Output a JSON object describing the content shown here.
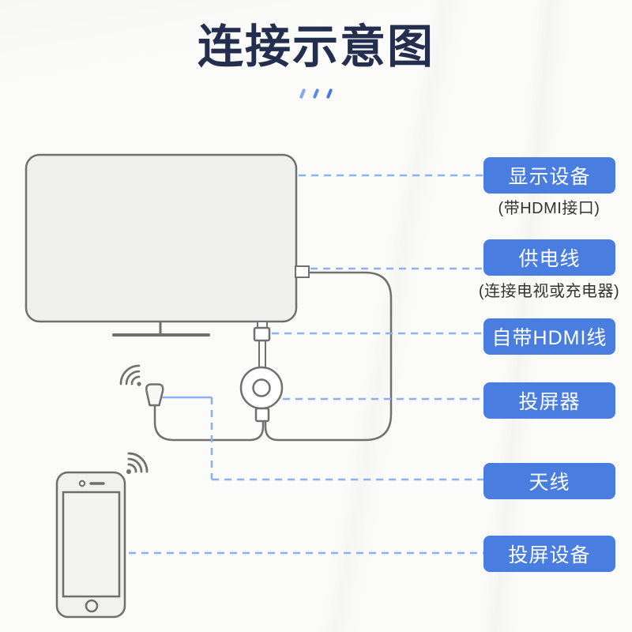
{
  "title": "连接示意图",
  "labels": [
    {
      "text": "显示设备",
      "caption": "(带HDMI接口)"
    },
    {
      "text": "供电线",
      "caption": "(连接电视或充电器)"
    },
    {
      "text": "自带HDMI线",
      "caption": ""
    },
    {
      "text": "投屏器",
      "caption": ""
    },
    {
      "text": "天线",
      "caption": ""
    },
    {
      "text": "投屏设备",
      "caption": ""
    }
  ],
  "icons": {
    "tv": "tv-display-icon",
    "power_cable": "power-cable",
    "hdmi_plug": "hdmi-plug-icon",
    "dongle": "dongle-icon",
    "antenna": "antenna-icon",
    "wifi": "wifi-signal-icon",
    "phone": "smartphone-icon"
  },
  "colors": {
    "accent_blue": "#4a7de0",
    "connector_dash_blue": "#8fb0ee",
    "outline_gray": "#707070",
    "title_navy": "#242e4e",
    "device_fill": "#f0f0ef"
  }
}
